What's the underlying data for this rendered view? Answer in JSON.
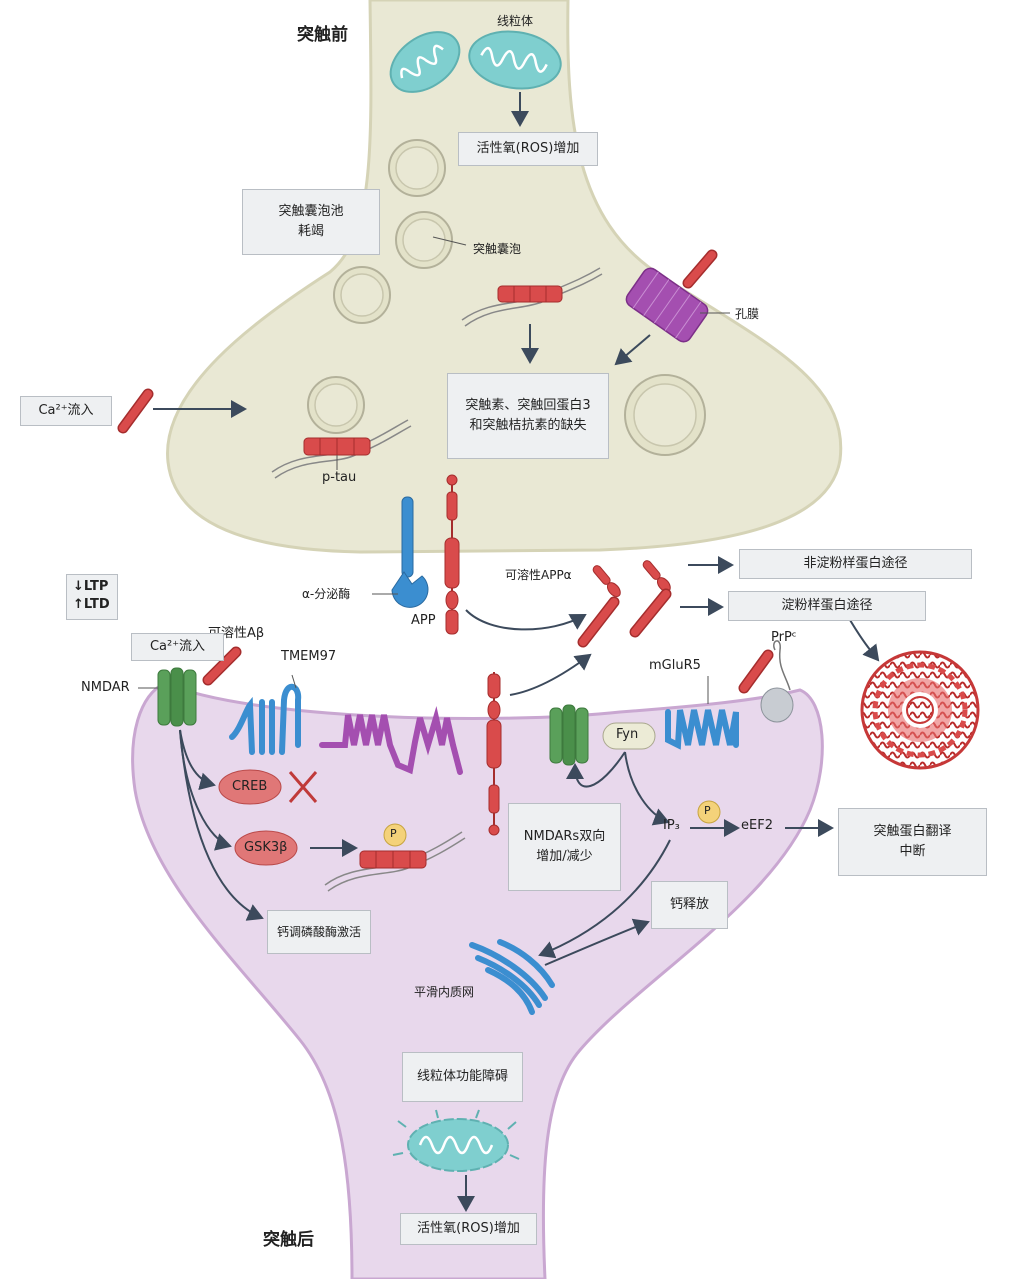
{
  "regions": {
    "presynaptic": "突触前",
    "postsynaptic": "突触后"
  },
  "labels": {
    "mitochondria": "线粒体",
    "synaptic_vesicle": "突触囊泡",
    "pore": "孔膜",
    "ca_influx_pre": "Ca²⁺流入",
    "p_tau": "p-tau",
    "alpha_secretase": "α-分泌酶",
    "app": "APP",
    "soluble_appa": "可溶性APPα",
    "soluble_abeta": "可溶性Aβ",
    "ca_influx_post": "Ca²⁺流入",
    "nmdar": "NMDAR",
    "tmem97": "TMEM97",
    "mglur5": "mGluR5",
    "prpc": "PrPᶜ",
    "fyn": "Fyn",
    "creb": "CREB",
    "gsk3b": "GSK3β",
    "phospho": "P",
    "ip3": "IP₃",
    "eef2": "eEF2",
    "smooth_er": "平滑内质网",
    "ltp_ltd": [
      "↓LTP",
      "↑LTD"
    ]
  },
  "boxes": {
    "ros_pre": "活性氧(ROS)增加",
    "vesicle_pool": "突触囊泡池\n耗竭",
    "synapsin_loss": "突触素、突触回蛋白3\n和突触桔抗素的缺失",
    "non_amyloid": "非淀粉样蛋白途径",
    "amyloid": "淀粉样蛋白途径",
    "nmdar_bidirectional": "NMDARs双向\n增加/减少",
    "translation_interrupt": "突触蛋白翻译\n中断",
    "calcineurin": "钙调磷酸酶激活",
    "ca_release": "钙释放",
    "mito_dysfunction": "线粒体功能障碍",
    "ros_post": "活性氧(ROS)增加"
  },
  "colors": {
    "presynaptic_fill": "#e9e8d4",
    "postsynaptic_fill": "#e8d8ec",
    "mitochondria": "#7fcfcf",
    "tau_red": "#d94b4b",
    "receptor_green": "#5aa05a",
    "receptor_blue": "#3b8ed0",
    "receptor_purple": "#a44fb0",
    "arrow": "#3c4a5c",
    "box_fill": "#eef0f2"
  }
}
